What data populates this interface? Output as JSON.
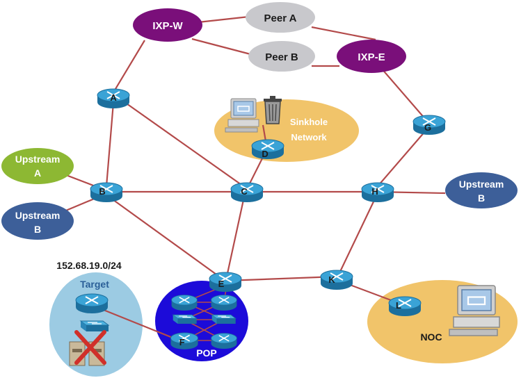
{
  "colors": {
    "link": "#b34a4a",
    "ixp": "#7a0f7a",
    "peer": "#c8c8cc",
    "upstream_blue": "#3d5f99",
    "upstream_green": "#8db833",
    "sinkhole_bg": "#f1c46a",
    "noc_bg": "#f1c46a",
    "target_bg": "#9ccbe3",
    "pop_bg": "#1c0bd9",
    "router_top": "#3aa3d6",
    "router_side": "#1c6f9d"
  },
  "clouds": {
    "ixp_w": "IXP-W",
    "ixp_e": "IXP-E",
    "peer_a": "Peer A",
    "peer_b": "Peer B",
    "upstream_a_left": "Upstream A",
    "upstream_b_left": "Upstream B",
    "upstream_b_right": "Upstream B"
  },
  "routers": {
    "a": "A",
    "b": "B",
    "c": "C",
    "d": "D",
    "e": "E",
    "f": "F",
    "g": "G",
    "h": "H",
    "k": "K",
    "l": "L"
  },
  "regions": {
    "sinkhole": "Sinkhole Network",
    "noc": "NOC",
    "pop": "POP",
    "target": "Target",
    "target_prefix": "152.68.19.0/24"
  }
}
